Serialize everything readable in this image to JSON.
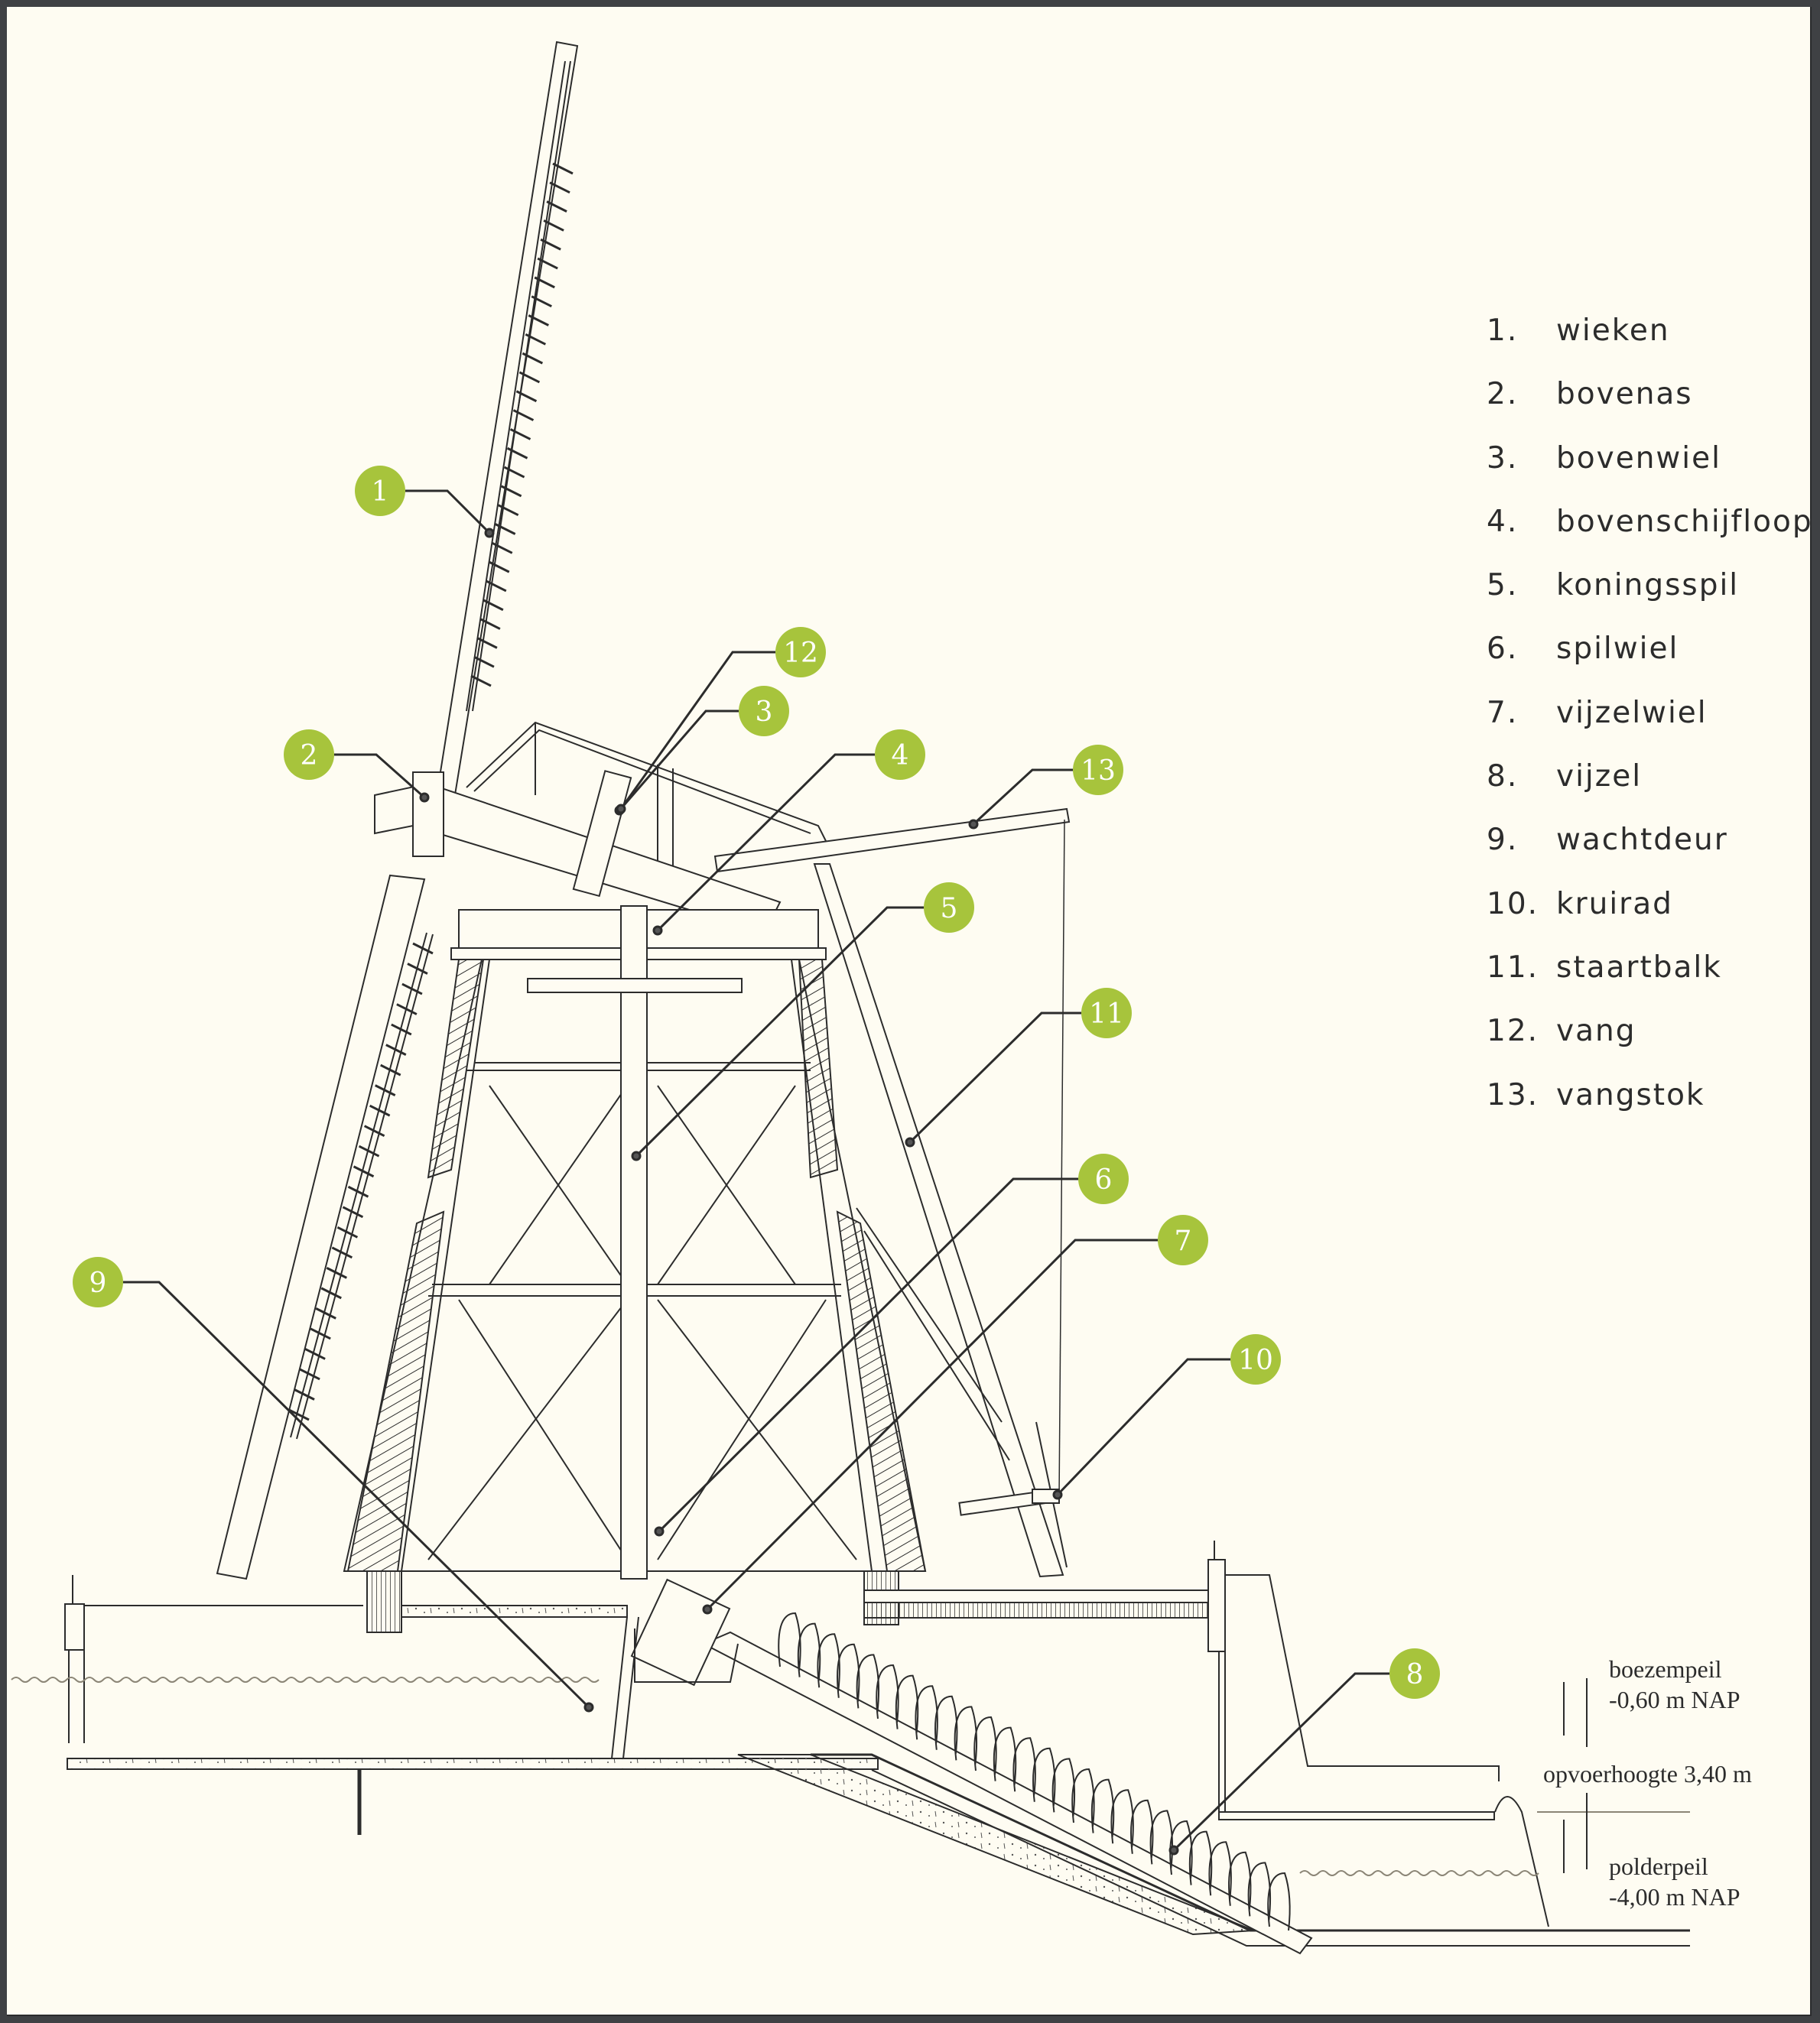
{
  "figure": {
    "subject": "windmill cross-section (wipmolen with vijzel)",
    "callout_color": "#a7c43c",
    "line_color": "#2c2c2c",
    "background_color": "#fefcf2"
  },
  "legend": {
    "items": [
      {
        "num": "1.",
        "label": "wieken"
      },
      {
        "num": "2.",
        "label": "bovenas"
      },
      {
        "num": "3.",
        "label": "bovenwiel"
      },
      {
        "num": "4.",
        "label": "bovenschijfloop"
      },
      {
        "num": "5.",
        "label": "koningsspil"
      },
      {
        "num": "6.",
        "label": "spilwiel"
      },
      {
        "num": "7.",
        "label": "vijzelwiel"
      },
      {
        "num": "8.",
        "label": "vijzel"
      },
      {
        "num": "9.",
        "label": "wachtdeur"
      },
      {
        "num": "10.",
        "label": "kruirad"
      },
      {
        "num": "11.",
        "label": "staartbalk"
      },
      {
        "num": "12.",
        "label": "vang"
      },
      {
        "num": "13.",
        "label": "vangstok"
      }
    ]
  },
  "callouts": [
    "1",
    "2",
    "3",
    "4",
    "5",
    "6",
    "7",
    "8",
    "9",
    "10",
    "11",
    "12",
    "13"
  ],
  "levels": {
    "boezem_label": "boezempeil",
    "boezem_value": "-0,60 m NAP",
    "lift_label": "opvoerhoogte 3,40 m",
    "polder_label": "polderpeil",
    "polder_value": "-4,00 m NAP"
  }
}
